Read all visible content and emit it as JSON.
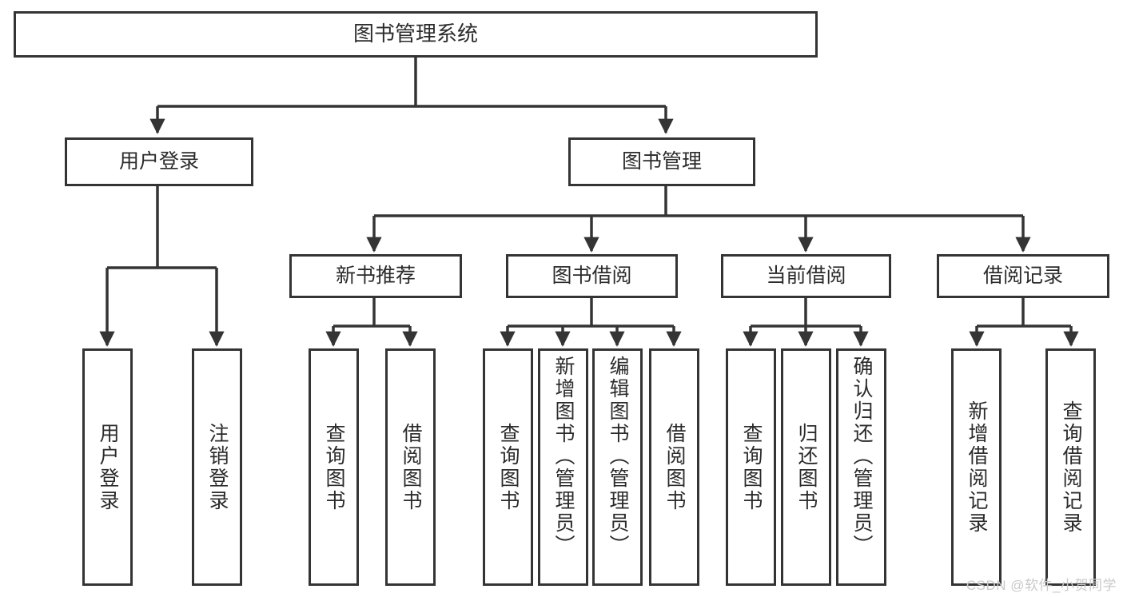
{
  "diagram": {
    "type": "tree-hierarchy",
    "title": "图书管理系统",
    "watermark": "CSDN @软件_小贺同学",
    "colors": {
      "box_border": "#343434",
      "box_fill": "#ffffff",
      "edge": "#343434",
      "text": "#2b2b2b",
      "watermark": "#c9c9c9",
      "background": "#ffffff"
    },
    "nodes": {
      "root": {
        "label": "图书管理系统"
      },
      "level1": [
        {
          "label": "用户登录"
        },
        {
          "label": "图书管理"
        }
      ],
      "level2": [
        {
          "label": "新书推荐"
        },
        {
          "label": "图书借阅"
        },
        {
          "label": "当前借阅"
        },
        {
          "label": "借阅记录"
        }
      ],
      "leaves": {
        "user_login": [
          {
            "label": "用户登录"
          },
          {
            "label": "注销登录"
          }
        ],
        "new_book_recommend": [
          {
            "label": "查询图书"
          },
          {
            "label": "借阅图书"
          }
        ],
        "book_borrow": [
          {
            "label": "查询图书"
          },
          {
            "label": "新增图书（管理员）"
          },
          {
            "label": "编辑图书（管理员）"
          },
          {
            "label": "借阅图书"
          }
        ],
        "current_borrow": [
          {
            "label": "查询图书"
          },
          {
            "label": "归还图书"
          },
          {
            "label": "确认归还（管理员）"
          }
        ],
        "borrow_record": [
          {
            "label": "新增借阅记录"
          },
          {
            "label": "查询借阅记录"
          }
        ]
      }
    }
  }
}
